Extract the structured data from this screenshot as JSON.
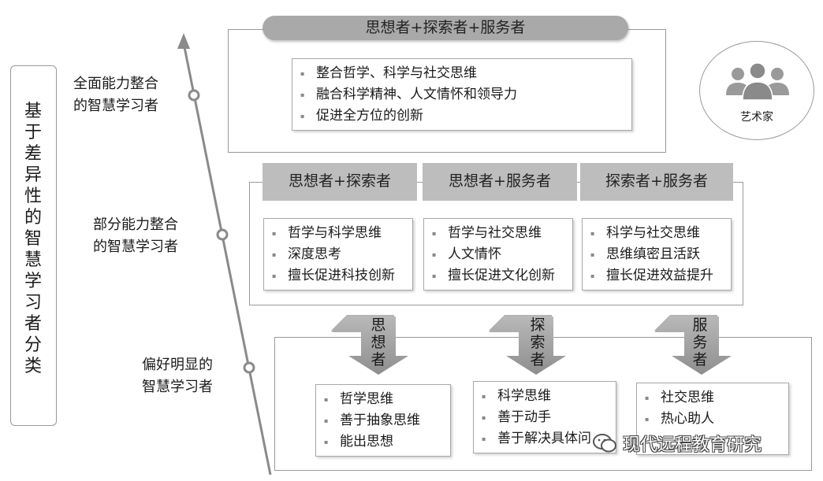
{
  "classification": "基于差异性的智慧学习者分类",
  "levels": [
    {
      "line1": "全面能力整合",
      "line2": "的智慧学习者"
    },
    {
      "line1": "部分能力整合",
      "line2": "的智慧学习者"
    },
    {
      "line1": "偏好明显的",
      "line2": "智慧学习者"
    }
  ],
  "top": {
    "header": "思想者+探索者+服务者",
    "items": [
      "整合哲学、科学与社交思维",
      "融合科学精神、人文情怀和领导力",
      "促进全方位的创新"
    ],
    "badge": {
      "label": "艺术家",
      "icon": "people-group-icon"
    }
  },
  "middle": [
    {
      "header": "思想者+探索者",
      "items": [
        "哲学与科学思维",
        "深度思考",
        "擅长促进科技创新"
      ]
    },
    {
      "header": "思想者+服务者",
      "items": [
        "哲学与社交思维",
        "人文情怀",
        "擅长促进文化创新"
      ]
    },
    {
      "header": "探索者+服务者",
      "items": [
        "科学与社交思维",
        "思维缜密且活跃",
        "擅长促进效益提升"
      ]
    }
  ],
  "bottom": [
    {
      "arrow": "思想者",
      "items": [
        "哲学思维",
        "善于抽象思维",
        "能出思想"
      ]
    },
    {
      "arrow": "探索者",
      "items": [
        "科学思维",
        "善于动手",
        "善于解决具体问"
      ]
    },
    {
      "arrow": "服务者",
      "items": [
        "社交思维",
        "热心助人",
        ""
      ]
    }
  ],
  "watermark": "现代远程教育研究",
  "colors": {
    "header_gray": "#bdbdbd",
    "top_pill": "#a9a9a9",
    "border": "#9a9a9a",
    "arrow": "#9c9c9c",
    "axis": "#8a8a8a"
  }
}
